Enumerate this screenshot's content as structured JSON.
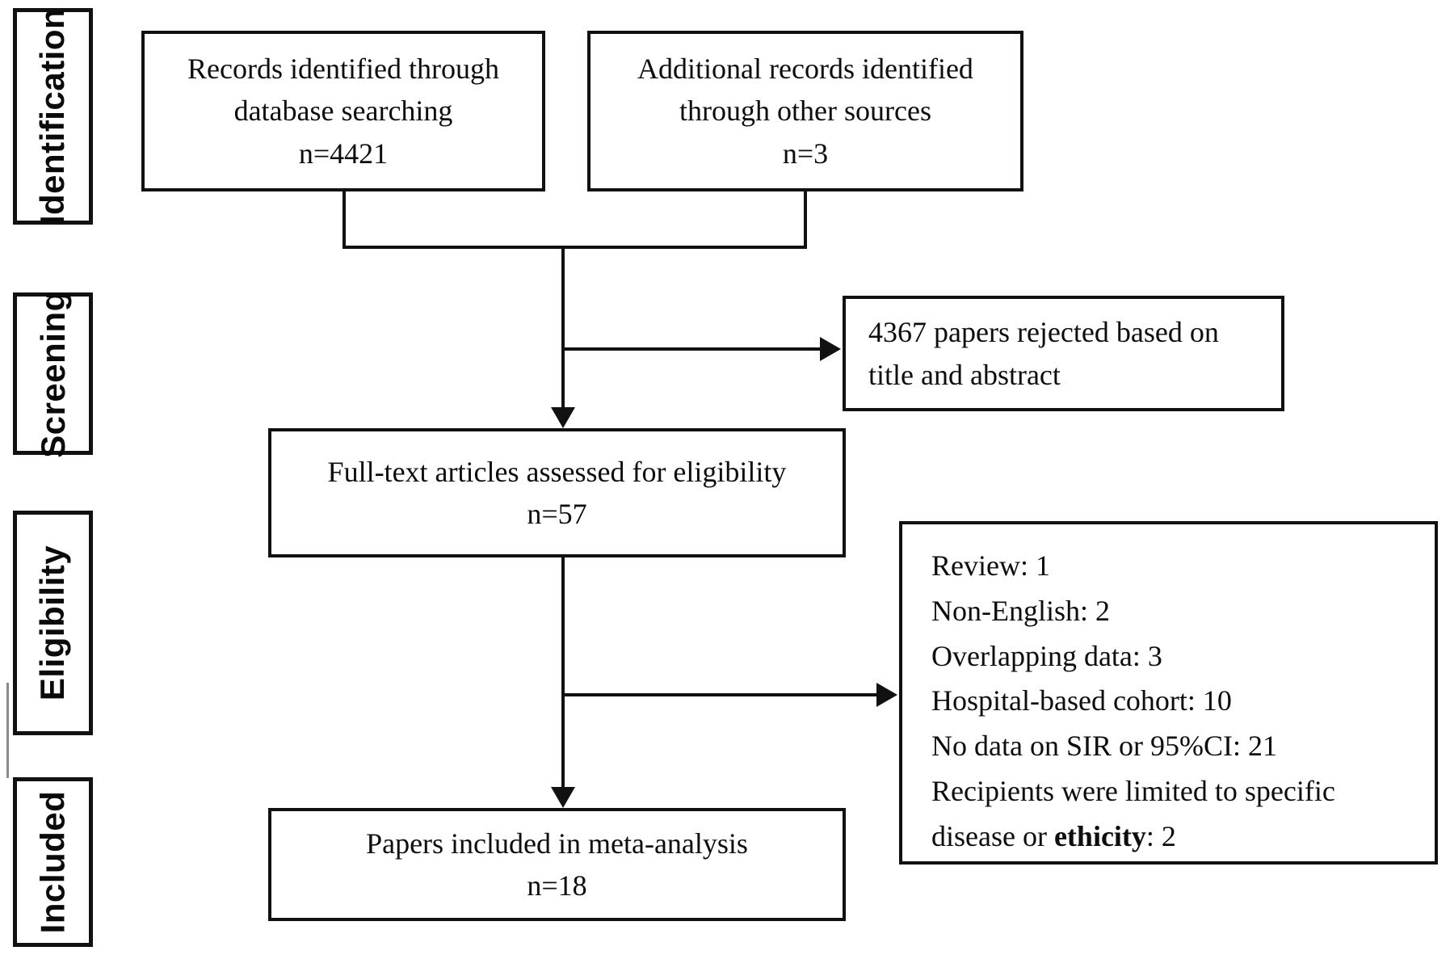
{
  "figure_type": "prisma-flow-diagram",
  "colors": {
    "border": "#111111",
    "background": "#ffffff",
    "text": "#0d0d0d"
  },
  "sidebar": {
    "items": [
      {
        "label": "Identification"
      },
      {
        "label": "Screening"
      },
      {
        "label": "Eligibility"
      },
      {
        "label": "Included"
      }
    ]
  },
  "boxes": {
    "records": {
      "lines": [
        "Records identified through",
        "database searching",
        "n=4421"
      ]
    },
    "additional": {
      "lines": [
        "Additional records identified",
        "through other sources",
        "n=3"
      ]
    },
    "rejected": {
      "lines": [
        "4367 papers rejected based on",
        "title and abstract"
      ]
    },
    "fulltext": {
      "lines": [
        "Full-text articles assessed for eligibility",
        "n=57"
      ]
    },
    "exclusions": {
      "items": [
        "Review: 1",
        "Non-English: 2",
        "Overlapping data: 3",
        "Hospital-based cohort: 10",
        "No data on SIR or 95%CI: 21"
      ],
      "last_item": {
        "line1": "Recipients were limited to specific",
        "line2_prefix": "disease or ",
        "line2_bold": "ethicity",
        "line2_suffix": ": 2"
      }
    },
    "papers": {
      "lines": [
        "Papers included in meta-analysis",
        "n=18"
      ]
    }
  }
}
